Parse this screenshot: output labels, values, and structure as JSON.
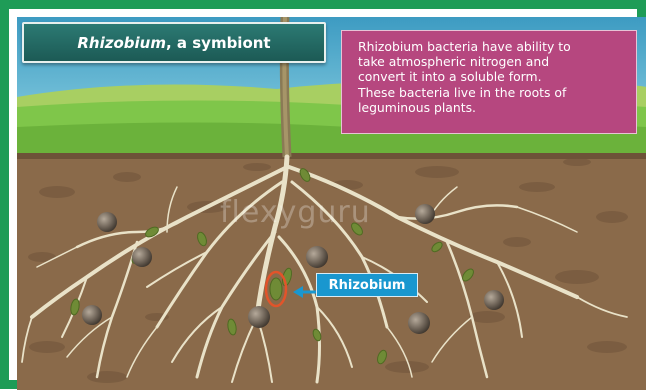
{
  "title": {
    "italic": "Rhizobium",
    "rest": ", a symbiont"
  },
  "info_lines": [
    "Rhizobium bacteria have ability to",
    "take atmospheric nitrogen and",
    "convert it into a soluble form.",
    "These bacteria live in the roots of",
    "leguminous plants."
  ],
  "pointer_label": "Rhizobium",
  "watermark": "flexyguru",
  "colors": {
    "frame": "#1e9c57",
    "sky": "#4aa7c9",
    "grass": "#7fc64a",
    "soil": "#8a6a4a",
    "title_bg": "#1f615b",
    "info_bg": "#b6477f",
    "label_bg": "#1997cf",
    "highlight_ring": "#e2542a",
    "root": "#e9e2c8",
    "nodule": "#6f8b36"
  }
}
